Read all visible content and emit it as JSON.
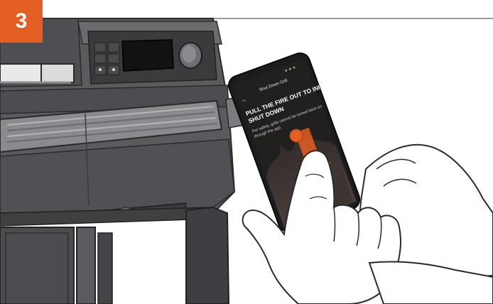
{
  "step": {
    "number": "3"
  },
  "phone": {
    "header_title": "Shut Down Grill",
    "headline_line1": "PULL THE FIRE OUT TO INITIATE",
    "headline_line2": "SHUT DOWN",
    "body_line1": "For safety, grills cannot be turned back on",
    "body_line2": "through the app."
  },
  "colors": {
    "accent": "#e35f24",
    "grill_body": "#57585b",
    "grill_dark": "#3b3c3e",
    "phone_bezel": "#1c1c1e",
    "hand_fill": "#ffffff",
    "outline": "#2a2a2a"
  },
  "icons": {
    "back": "back-arrow-icon",
    "swipe": "swipe-down-arrow-icon",
    "touch": "touch-point-icon"
  }
}
